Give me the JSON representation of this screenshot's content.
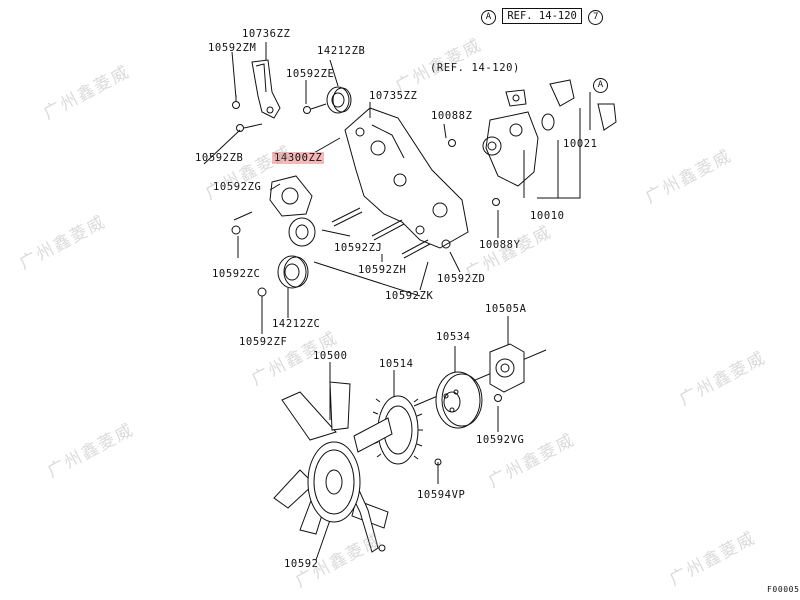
{
  "header": {
    "circle_left": "A",
    "ref": "REF. 14-120",
    "circle_right": "7"
  },
  "ref_inline": "(REF. 14-120)",
  "circle_a": "A",
  "watermark": "广州鑫菱威",
  "labels": {
    "p10736ZZ": "10736ZZ",
    "p10592ZM": "10592ZM",
    "p14212ZB": "14212ZB",
    "p10592ZE": "10592ZE",
    "p10735ZZ": "10735ZZ",
    "p10088Z": "10088Z",
    "p10021": "10021",
    "p10592ZB": "10592ZB",
    "p14300ZZ": "14300ZZ",
    "p10592ZG": "10592ZG",
    "p10010": "10010",
    "p10088Y": "10088Y",
    "p10592ZJ": "10592ZJ",
    "p10592ZH": "10592ZH",
    "p10592ZD": "10592ZD",
    "p10592ZC": "10592ZC",
    "p10592ZK": "10592ZK",
    "p14212ZC": "14212ZC",
    "p10505A": "10505A",
    "p10592ZF": "10592ZF",
    "p10534": "10534",
    "p10500": "10500",
    "p10514": "10514",
    "p10592VG": "10592VG",
    "p10594VP": "10594VP",
    "p10592": "10592",
    "figure_code": "F00005"
  }
}
